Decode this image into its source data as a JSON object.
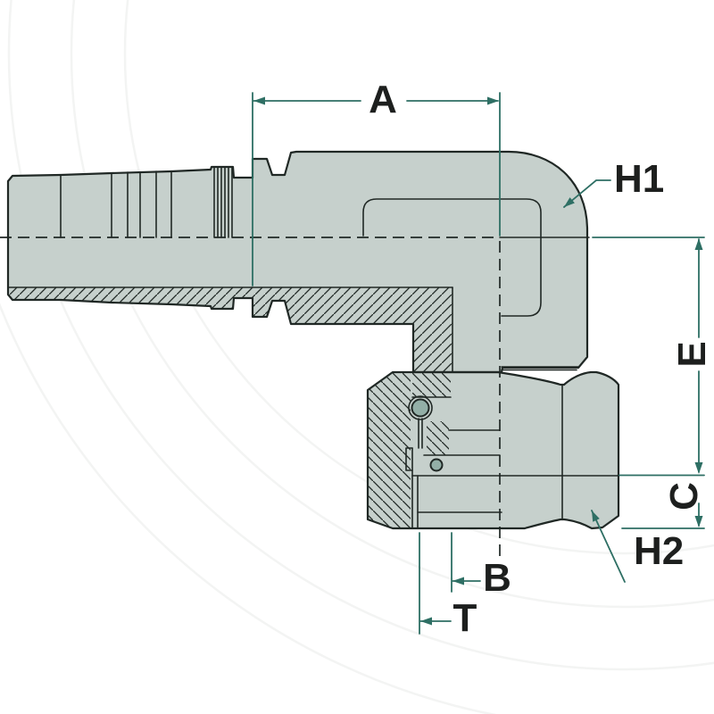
{
  "drawing": {
    "description": "90 degree elbow hose fitting technical drawing, half-section view",
    "dimension_labels": {
      "a": "A",
      "h1": "H1",
      "e": "E",
      "c": "C",
      "h2": "H2",
      "b": "B",
      "t": "T"
    }
  },
  "colors": {
    "dimension": "#2e6f64",
    "outline": "#202825",
    "body_fill": "#c6d0cc",
    "oring_fill": "#93afa7",
    "label": "#1d1f1e",
    "background": "#ffffff",
    "watermark": "#f3f4f3"
  }
}
